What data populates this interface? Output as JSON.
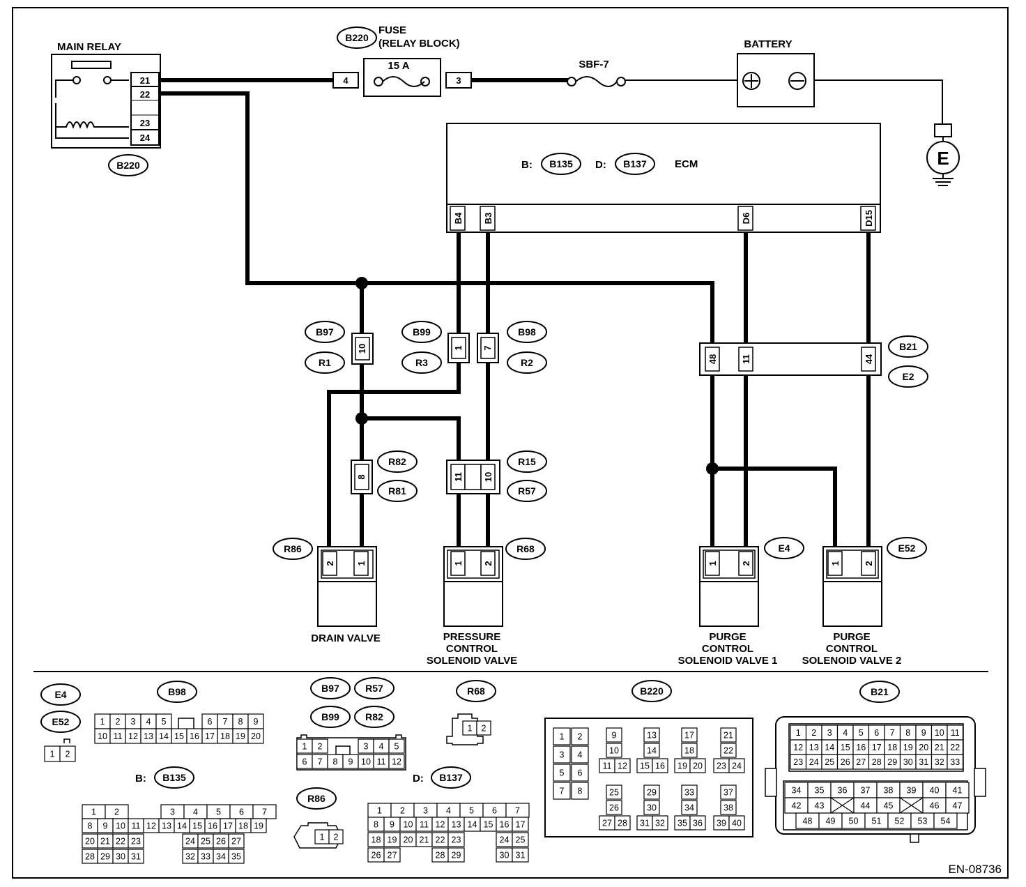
{
  "labels": {
    "main_relay": "MAIN RELAY",
    "fuse_line1": "FUSE",
    "fuse_line2": "(RELAY BLOCK)",
    "fuse_rating": "15 A",
    "sbf": "SBF-7",
    "battery": "BATTERY",
    "ecm": "ECM",
    "ecm_b": "B:",
    "ecm_d": "D:",
    "ground": "E",
    "drain_valve": "DRAIN VALVE",
    "pcsv_1": "PRESSURE",
    "pcsv_2": "CONTROL",
    "pcsv_3": "SOLENOID VALVE",
    "purge1_1": "PURGE",
    "purge1_2": "CONTROL",
    "purge1_3": "SOLENOID VALVE 1",
    "purge2_1": "PURGE",
    "purge2_2": "CONTROL",
    "purge2_3": "SOLENOID VALVE 2",
    "b135_prefix": "B:",
    "b137_prefix": "D:",
    "doc_id": "EN-08736"
  },
  "connectors": {
    "B220": "B220",
    "B135": "B135",
    "B137": "B137",
    "B97": "B97",
    "R1": "R1",
    "B99": "B99",
    "R3": "R3",
    "B98": "B98",
    "R2": "R2",
    "B21": "B21",
    "E2": "E2",
    "R82": "R82",
    "R81": "R81",
    "R15": "R15",
    "R57": "R57",
    "R86": "R86",
    "R68": "R68",
    "E4": "E4",
    "E52": "E52"
  },
  "pins": {
    "relay_21": "21",
    "relay_22": "22",
    "relay_23": "23",
    "relay_24": "24",
    "fuse_in": "4",
    "fuse_out": "3",
    "ecm_b4": "B4",
    "ecm_b3": "B3",
    "ecm_d6": "D6",
    "ecm_d15": "D15",
    "b97_10": "10",
    "b99_1": "1",
    "b98_7": "7",
    "b21_48": "48",
    "b21_11": "11",
    "b21_44": "44",
    "r82_8": "8",
    "r15_11": "11",
    "r15_10": "10",
    "r86_2": "2",
    "r86_1": "1",
    "r68_1": "1",
    "r68_2": "2",
    "e4_1": "1",
    "e4_2": "2",
    "e52_1": "1",
    "e52_2": "2"
  },
  "symbols": {
    "battery_positive": "+",
    "battery_negative": "−"
  },
  "legend": {
    "e4_tag": "E4",
    "e52_tag": "E52",
    "e4_cells": [
      "1",
      "2"
    ],
    "b98_tag": "B98",
    "b98_row1": [
      "1",
      "2",
      "3",
      "4",
      "5",
      "6",
      "7",
      "8",
      "9"
    ],
    "b98_row2": [
      "10",
      "11",
      "12",
      "13",
      "14",
      "15",
      "16",
      "17",
      "18",
      "19",
      "20"
    ],
    "b97_tag": "B97",
    "r57_tag": "R57",
    "b99_tag": "B99",
    "r82_tag": "R82",
    "b97_row1": [
      "1",
      "2",
      "3",
      "4",
      "5"
    ],
    "b97_row2": [
      "6",
      "7",
      "8",
      "9",
      "10",
      "11",
      "12"
    ],
    "r68_tag": "R68",
    "r68_cells": [
      "1",
      "2"
    ],
    "r86_tag": "R86",
    "r86_cells": [
      "1",
      "2"
    ],
    "b220_tag": "B220",
    "b220_cells": [
      "1",
      "2",
      "3",
      "4",
      "5",
      "6",
      "7",
      "8",
      "9",
      "10",
      "11",
      "12",
      "13",
      "14",
      "15",
      "16",
      "17",
      "18",
      "19",
      "20",
      "21",
      "22",
      "23",
      "24",
      "25",
      "26",
      "27",
      "28",
      "29",
      "30",
      "31",
      "32",
      "33",
      "34",
      "35",
      "36",
      "37",
      "38",
      "39",
      "40"
    ],
    "b21_tag": "B21",
    "b21_row1": [
      "1",
      "2",
      "3",
      "4",
      "5",
      "6",
      "7",
      "8",
      "9",
      "10",
      "11"
    ],
    "b21_row2": [
      "12",
      "13",
      "14",
      "15",
      "16",
      "17",
      "18",
      "19",
      "20",
      "21",
      "22"
    ],
    "b21_row3": [
      "23",
      "24",
      "25",
      "26",
      "27",
      "28",
      "29",
      "30",
      "31",
      "32",
      "33"
    ],
    "b21_row4": [
      "34",
      "35",
      "36",
      "37",
      "38",
      "39",
      "40",
      "41"
    ],
    "b21_row5": [
      "42",
      "43",
      "44",
      "45",
      "46",
      "47"
    ],
    "b21_row6": [
      "48",
      "49",
      "50",
      "51",
      "52",
      "53",
      "54"
    ],
    "b135_tag": "B135",
    "b135_row1": [
      "1",
      "2",
      "3",
      "4",
      "5",
      "6",
      "7"
    ],
    "b135_row2": [
      "8",
      "9",
      "10",
      "11",
      "12",
      "13",
      "14",
      "15",
      "16",
      "17",
      "18",
      "19"
    ],
    "b135_row3": [
      "20",
      "21",
      "22",
      "23",
      "24",
      "25",
      "26",
      "27"
    ],
    "b135_row4": [
      "28",
      "29",
      "30",
      "31",
      "32",
      "33",
      "34",
      "35"
    ],
    "b137_tag": "B137",
    "b137_row1": [
      "1",
      "2",
      "3",
      "4",
      "5",
      "6",
      "7"
    ],
    "b137_row2": [
      "8",
      "9",
      "10",
      "11",
      "12",
      "13",
      "14",
      "15",
      "16",
      "17"
    ],
    "b137_row3": [
      "18",
      "19",
      "20",
      "21",
      "22",
      "23",
      "24",
      "25"
    ],
    "b137_row4": [
      "26",
      "27",
      "28",
      "29",
      "30",
      "31"
    ]
  }
}
